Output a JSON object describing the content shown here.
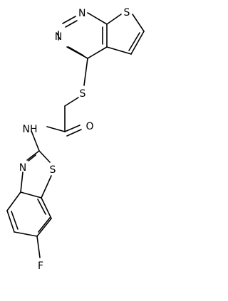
{
  "molecule": {
    "atoms": {
      "n_pyrimidine_top": "N",
      "s_thiophene": "S",
      "n_pyrimidine_left": "N",
      "s_thioether": "S",
      "o_carbonyl": "O",
      "nh_amide": "NH",
      "n_thiazole": "N",
      "s_thiazole": "S",
      "f_fluoro": "F"
    }
  },
  "colors": {
    "bond": "#000000",
    "label": "#000000",
    "background": "#ffffff"
  }
}
